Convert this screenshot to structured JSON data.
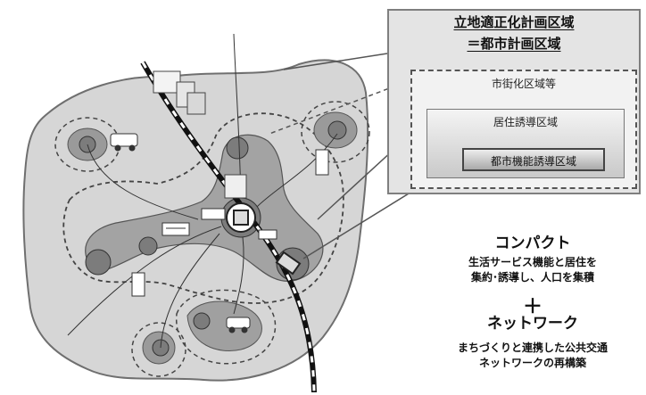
{
  "legend": {
    "title_line1": "立地適正化計画区域",
    "title_line2": "＝都市計画区域",
    "urbanization_area": "市街化区域等",
    "residential_area": "居住誘導区域",
    "urban_function_area": "都市機能誘導区域"
  },
  "concept": {
    "compact_title": "コンパクト",
    "compact_desc_line1": "生活サービス機能と居住を",
    "compact_desc_line2": "集約･誘導し、人口を集積",
    "plus": "＋",
    "network_title": "ネットワーク",
    "network_desc_line1": "まちづくりと連携した公共交通",
    "network_desc_line2": "ネットワークの再構築"
  },
  "icon_names": [
    "car-icon",
    "bus-icon",
    "train-icon",
    "building-icon",
    "station-icon"
  ],
  "colors": {
    "planning_area_fill": "#d6d6d6",
    "residential_zone_fill": "#a3a3a3",
    "urban_core_fill": "#7c7c7c",
    "railway": "#111111"
  }
}
